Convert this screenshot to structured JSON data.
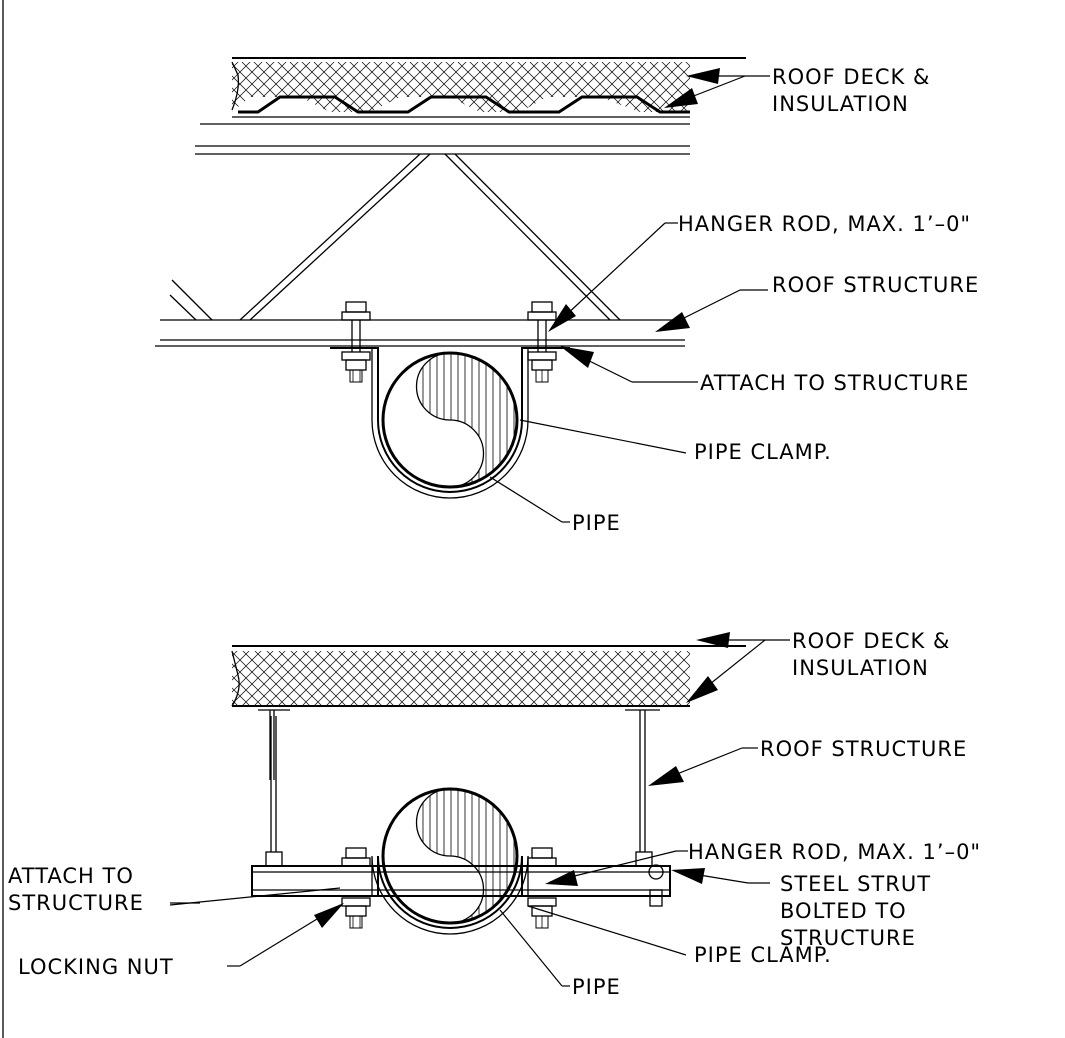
{
  "colors": {
    "line": "#000000",
    "background": "#ffffff"
  },
  "top_detail": {
    "roof_deck": [
      "ROOF DECK &",
      "INSULATION"
    ],
    "hanger_rod": "HANGER ROD, MAX. 1’–0\"",
    "roof_structure": "ROOF STRUCTURE",
    "attach": "ATTACH TO STRUCTURE",
    "pipe_clamp": "PIPE CLAMP.",
    "pipe": "PIPE"
  },
  "bottom_detail": {
    "roof_deck": [
      "ROOF DECK &",
      "INSULATION"
    ],
    "roof_structure": "ROOF STRUCTURE",
    "hanger_rod": "HANGER ROD, MAX. 1’–0\"",
    "attach": [
      "ATTACH TO",
      "STRUCTURE"
    ],
    "locking_nut": "LOCKING NUT",
    "steel_strut": [
      "STEEL STRUT",
      "BOLTED TO",
      "STRUCTURE"
    ],
    "pipe_clamp": "PIPE CLAMP.",
    "pipe": "PIPE"
  }
}
